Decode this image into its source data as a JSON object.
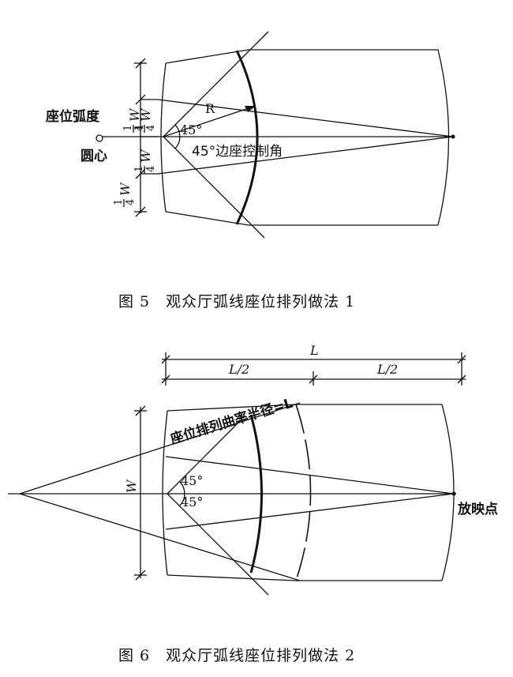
{
  "figure5": {
    "caption": "图 5　观众厅弧线座位排列做法 1",
    "label_seat_arc": "座位弧度",
    "label_center": "圆心",
    "label_radius": "R",
    "label_angle": "45°",
    "label_side_angle": "45°边座控制角",
    "dim_quarter_w": "W",
    "frac_one": "1",
    "frac_four": "4"
  },
  "figure6": {
    "caption": "图 6　观众厅弧线座位排列做法 2",
    "label_L": "L",
    "label_half_left": "L/2",
    "label_half_right": "L/2",
    "label_curvature": "座位排列曲率半径=L",
    "label_W": "W",
    "label_angle_top": "45°",
    "label_angle_bottom": "45°",
    "label_projection": "放映点"
  }
}
